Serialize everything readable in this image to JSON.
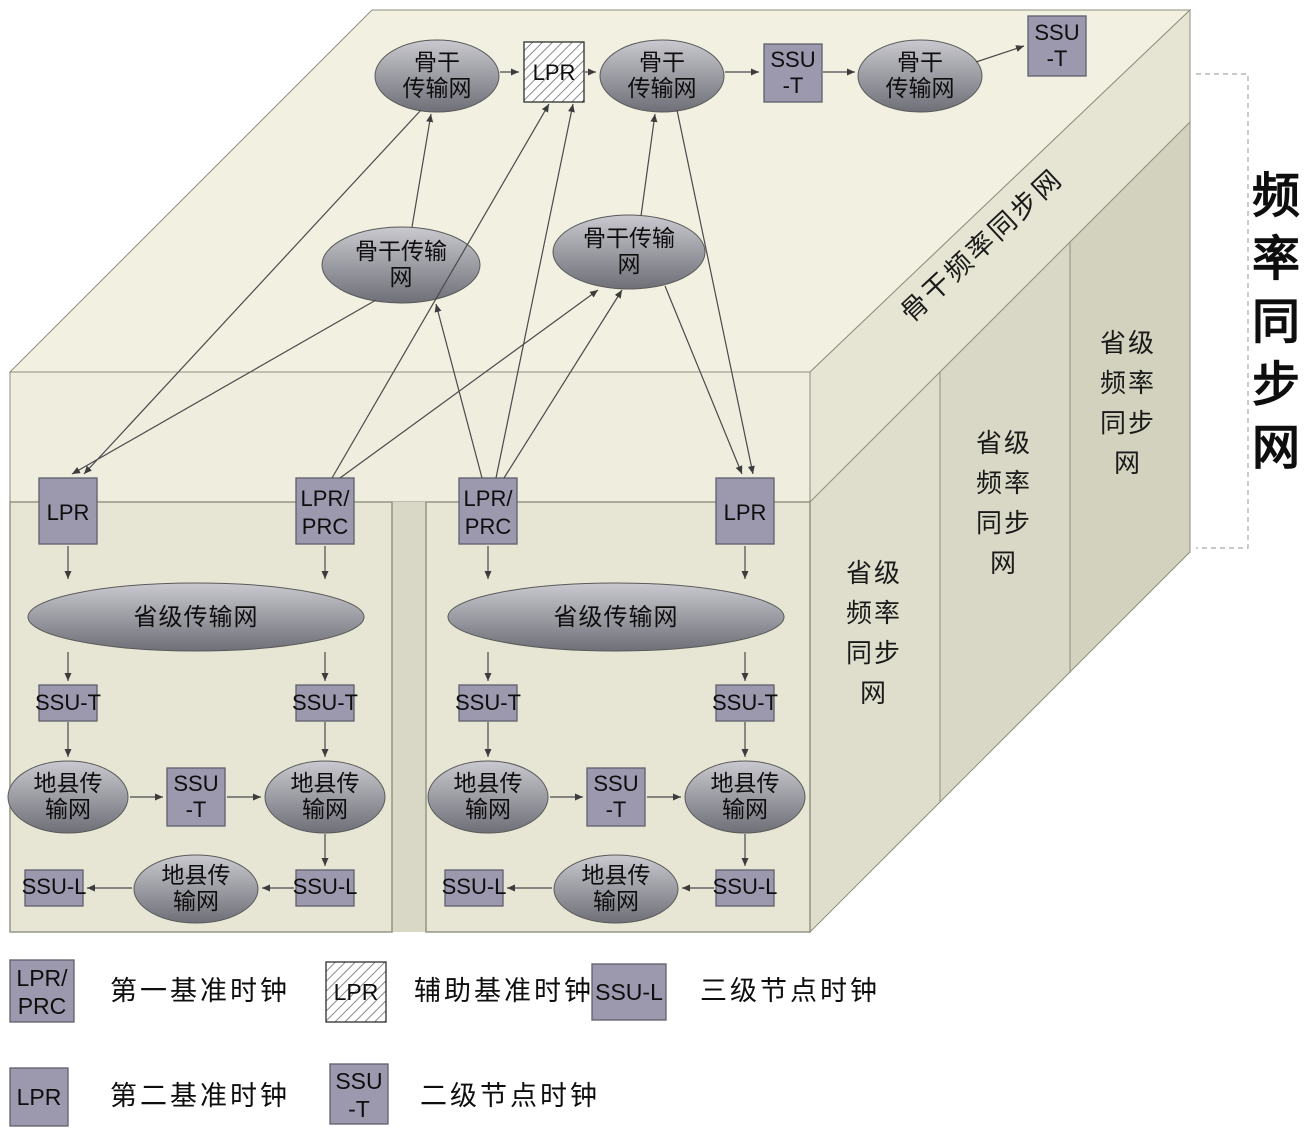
{
  "colors": {
    "top_face": "#f1f0e1",
    "front_face": "#eeedde",
    "panel_face": "#e7e6d5",
    "band_face": "#e6e5d3",
    "strip_face": "#dfdecd",
    "strip_face_2": "#d9d8c6",
    "strip_face_3": "#d3d2bf",
    "edge": "#8f8f7e",
    "clock_box_fill": "#9c99af",
    "clock_box_border": "#5f5f6b",
    "ellipse_grad_top": "#c9c9cf",
    "ellipse_grad_bottom": "#6f6f78",
    "arrow": "#4a4a4a"
  },
  "side_labels": {
    "main_title": "频率同步网",
    "main_title_chars": [
      "频",
      "率",
      "同",
      "步",
      "网"
    ],
    "backbone_band": "骨干频率同步网",
    "provincial_band": "省级频率同步网",
    "provincial_band_lines": [
      "省级",
      "频率",
      "同步",
      "网"
    ]
  },
  "backbone": {
    "nets_row1": [
      {
        "label": "骨干传输网",
        "lines": [
          "骨干",
          "传输网"
        ]
      },
      {
        "label": "骨干传输网",
        "lines": [
          "骨干",
          "传输网"
        ]
      },
      {
        "label": "骨干传输网",
        "lines": [
          "骨干",
          "传输网"
        ]
      }
    ],
    "nets_row2": [
      {
        "label": "骨干传输网",
        "lines": [
          "骨干传输",
          "网"
        ]
      },
      {
        "label": "骨干传输网",
        "lines": [
          "骨干传输",
          "网"
        ]
      }
    ],
    "aux_clock_label": "LPR",
    "ssu_t_boxes": [
      {
        "label": "SSU-T",
        "lines": [
          "SSU",
          "-T"
        ]
      },
      {
        "label": "SSU-T",
        "lines": [
          "SSU",
          "-T"
        ]
      }
    ]
  },
  "panels": [
    {
      "clocks": [
        {
          "label": "LPR",
          "lines": [
            "LPR"
          ]
        },
        {
          "label": "LPR/PRC",
          "lines": [
            "LPR/",
            "PRC"
          ]
        }
      ],
      "provincial_net": "省级传输网",
      "ssu_t": [
        "SSU-T",
        "SSU-T"
      ],
      "ssu_t_mid": [
        "SSU",
        "-T"
      ],
      "county_nets": [
        {
          "label": "地县传输网",
          "lines": [
            "地县传",
            "输网"
          ]
        },
        {
          "label": "地县传输网",
          "lines": [
            "地县传",
            "输网"
          ]
        },
        {
          "label": "地县传输网",
          "lines": [
            "地县传",
            "输网"
          ]
        }
      ],
      "ssu_l": [
        "SSU-L",
        "SSU-L"
      ]
    },
    {
      "clocks": [
        {
          "label": "LPR/PRC",
          "lines": [
            "LPR/",
            "PRC"
          ]
        },
        {
          "label": "LPR",
          "lines": [
            "LPR"
          ]
        }
      ],
      "provincial_net": "省级传输网",
      "ssu_t": [
        "SSU-T",
        "SSU-T"
      ],
      "ssu_t_mid": [
        "SSU",
        "-T"
      ],
      "county_nets": [
        {
          "label": "地县传输网",
          "lines": [
            "地县传",
            "输网"
          ]
        },
        {
          "label": "地县传输网",
          "lines": [
            "地县传",
            "输网"
          ]
        },
        {
          "label": "地县传输网",
          "lines": [
            "地县传",
            "输网"
          ]
        }
      ],
      "ssu_l": [
        "SSU-L",
        "SSU-L"
      ]
    }
  ],
  "legend": {
    "items": [
      {
        "symbol": "lpr-prc-box",
        "box": [
          "LPR/",
          "PRC"
        ],
        "desc": "第一基准时钟"
      },
      {
        "symbol": "aux-lpr-hatched-box",
        "box": [
          "LPR"
        ],
        "desc": "辅助基准时钟"
      },
      {
        "symbol": "ssu-l-box",
        "box": [
          "SSU-L"
        ],
        "desc": "三级节点时钟"
      },
      {
        "symbol": "lpr-box",
        "box": [
          "LPR"
        ],
        "desc": "第二基准时钟"
      },
      {
        "symbol": "ssu-t-box",
        "box": [
          "SSU",
          "-T"
        ],
        "desc": "二级节点时钟"
      }
    ]
  }
}
